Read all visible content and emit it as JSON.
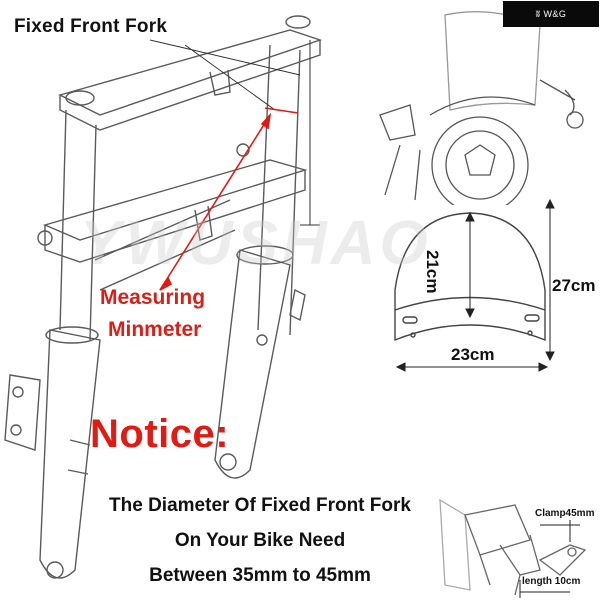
{
  "logo": {
    "text": "W&G",
    "mark": "wings-icon"
  },
  "watermark": "YWUSHAO",
  "labels": {
    "title": "Fixed Front Fork",
    "measuring_1": "Measuring",
    "measuring_2": "Minmeter",
    "notice": "Notice:",
    "desc_1": "The Diameter Of Fixed Front Fork",
    "desc_2": "On Your Bike Need",
    "desc_3": "Between 35mm to 45mm"
  },
  "dimensions": {
    "height_inner": "21cm",
    "height_outer": "27cm",
    "width": "23cm",
    "clamp": "Clamp45mm",
    "length": "length 10cm"
  },
  "colors": {
    "accent": "#e01b14",
    "line": "#555555"
  }
}
